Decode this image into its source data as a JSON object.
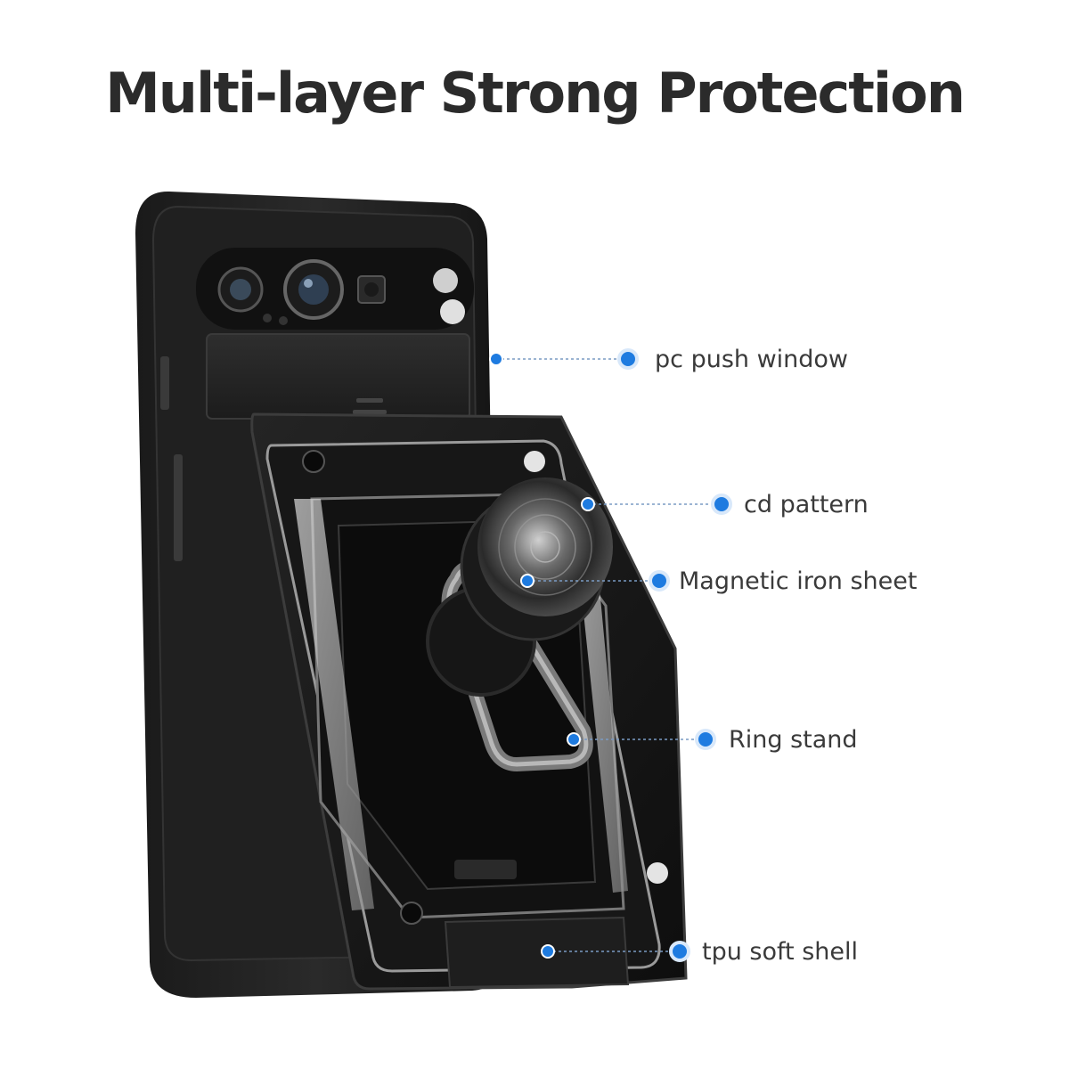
{
  "headline": "Multi-layer Strong Protection",
  "accent_color": "#1e7be0",
  "callouts": [
    {
      "label": "pc push window"
    },
    {
      "label": "cd pattern"
    },
    {
      "label": "Magnetic iron sheet"
    },
    {
      "label": "Ring stand"
    },
    {
      "label": "tpu soft shell"
    }
  ]
}
